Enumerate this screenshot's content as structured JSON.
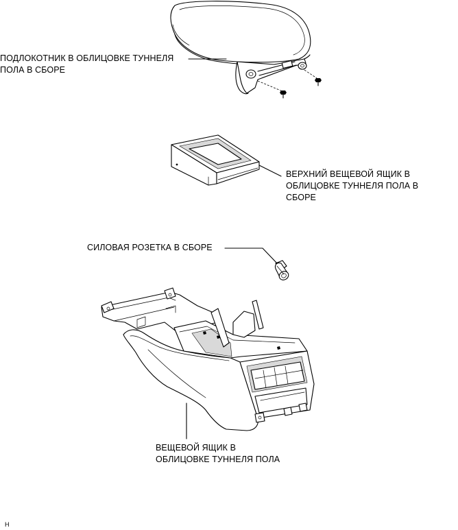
{
  "labels": {
    "armrest": [
      "ПОДЛОКОТНИК В ОБЛИЦОВКЕ ТУННЕЛЯ",
      "ПОЛА В СБОРЕ"
    ],
    "upper_box": [
      "ВЕРХНИЙ ВЕЩЕВОЙ ЯЩИК В",
      "ОБЛИЦОВКЕ ТУННЕЛЯ ПОЛА В",
      "СБОРЕ"
    ],
    "power_socket": [
      "СИЛОВАЯ РОЗЕТКА В СБОРЕ"
    ],
    "lower_box": [
      "ВЕЩЕВОЙ ЯЩИК В",
      "ОБЛИЦОВКЕ ТУННЕЛЯ ПОЛА"
    ]
  },
  "page_mark": "H"
}
